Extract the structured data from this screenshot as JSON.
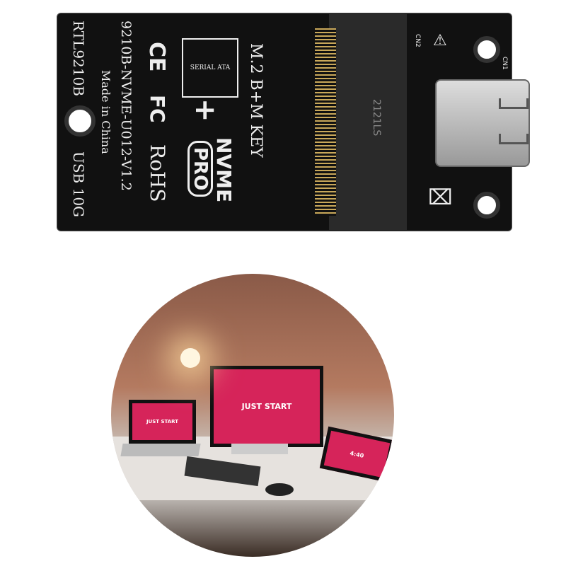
{
  "pcb": {
    "chip": "RTL9210B",
    "speed": "USB 10G",
    "model": "9210B-NVME-U012-V1.2",
    "origin": "Made in China",
    "ce": "CE",
    "fcc": "FC",
    "rohs": "RoHS",
    "plus": "+",
    "nvme": "NVME",
    "pro": "PRO",
    "slot_label": "M.2 B+M KEY",
    "cn1": "CN1",
    "cn2": "CN2",
    "slot_code": "2121LS",
    "sata_logo": "SERIAL ATA"
  },
  "photo": {
    "monitor_text": "JUST START",
    "laptop_text": "JUST START",
    "tablet_time": "4:40"
  }
}
